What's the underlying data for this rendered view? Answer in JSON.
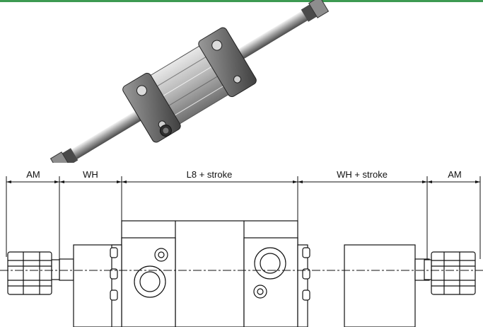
{
  "accent_color": "#3d9a52",
  "photo": {
    "subject": "double-rod-pneumatic-cylinder"
  },
  "drawing": {
    "dimensions": [
      {
        "id": "am-left",
        "label": "AM"
      },
      {
        "id": "wh",
        "label": "WH"
      },
      {
        "id": "l8-stroke",
        "label": "L8 + stroke"
      },
      {
        "id": "wh-stroke",
        "label": "WH + stroke"
      },
      {
        "id": "am-right",
        "label": "AM"
      }
    ]
  }
}
